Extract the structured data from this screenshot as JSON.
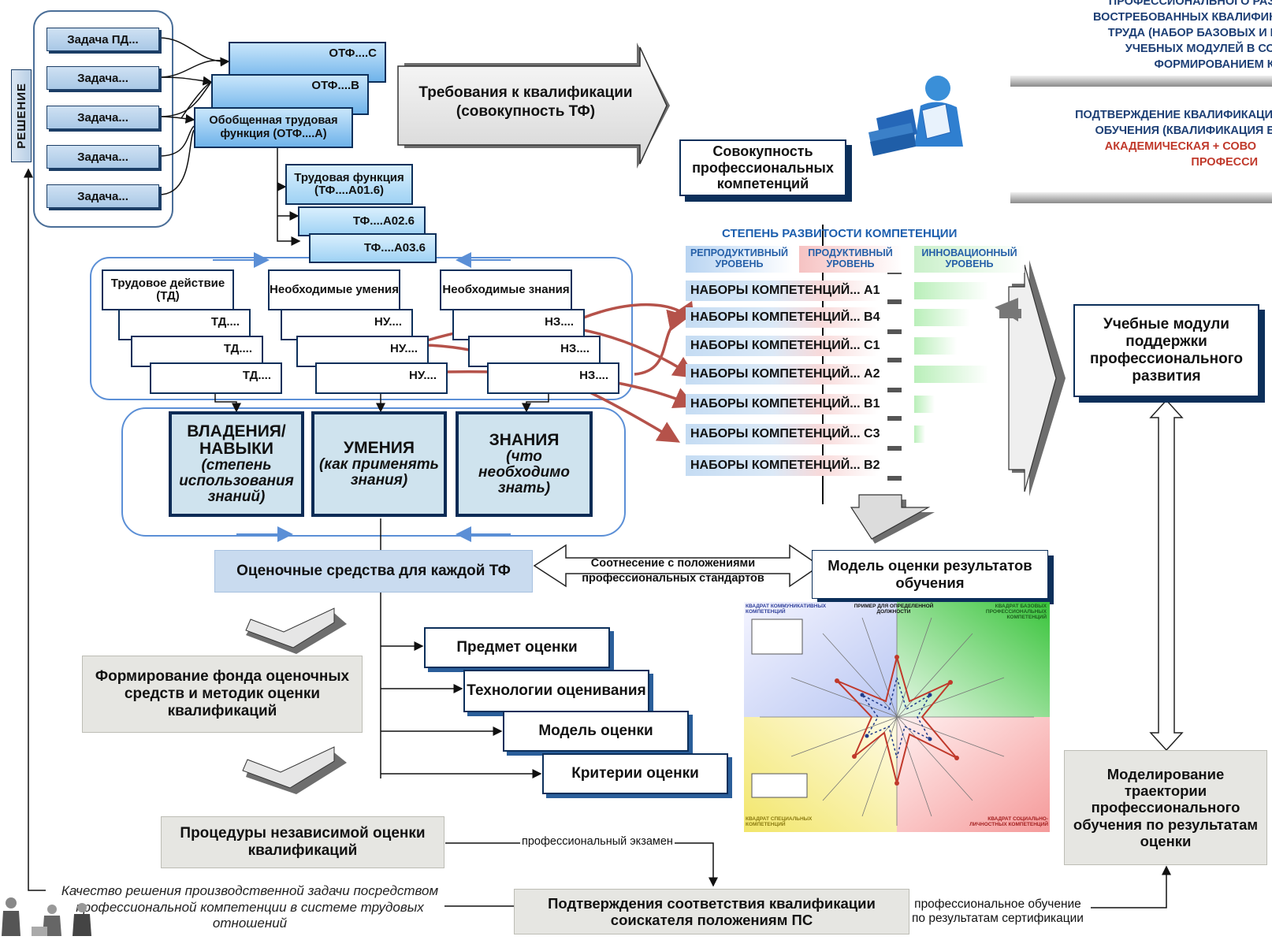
{
  "tasks": [
    "Задача ПД...",
    "Задача...",
    "Задача...",
    "Задача...",
    "Задача..."
  ],
  "decision_label": "РЕШЕНИЕ",
  "otf": {
    "c": "ОТФ....С",
    "b": "ОТФ....В",
    "a": "Обобщенная трудовая функция  (ОТФ....А)"
  },
  "tf": {
    "t1": "Трудовая функция (ТФ....А01.6)",
    "t2": "ТФ....А02.6",
    "t3": "ТФ....А03.6"
  },
  "requirements": "Требования к квалификации (совокупность ТФ)",
  "competences_total": "Совокупность профессиональных компетенций",
  "top_right": {
    "line1": "ПРОФЕССИОНАЛЬНОГО РАЗВИТИЯ",
    "line2": "ВОСТРЕБОВАННЫХ КВАЛИФИКАЦ",
    "line3": "ТРУДА (НАБОР БАЗОВЫХ И ВАРИ",
    "line4": "УЧЕБНЫХ МОДУЛЕЙ В СООТВЕ",
    "line5": "ФОРМИРОВАНИЕМ КОМ"
  },
  "confirm_block": {
    "line1": "ПОДТВЕРЖДЕНИЕ КВАЛИФИКАЦИИ В",
    "line2": "ОБУЧЕНИЯ (КВАЛИФИКАЦИЯ ВЫ",
    "line3": "АКАДЕМИЧЕСКАЯ  + СОВО",
    "line4": "ПРОФЕССИ"
  },
  "td": {
    "header": "Трудовое действие (ТД)",
    "items": [
      "ТД....",
      "ТД....",
      "ТД...."
    ]
  },
  "nu": {
    "header": "Необходимые умения",
    "items": [
      "НУ....",
      "НУ....",
      "НУ...."
    ]
  },
  "nz": {
    "header": "Необходимые знания",
    "items": [
      "НЗ....",
      "НЗ....",
      "НЗ...."
    ]
  },
  "skills": {
    "title": "ВЛАДЕНИЯ/ НАВЫКИ",
    "sub": "(степень использования знаний)"
  },
  "abilities": {
    "title": "УМЕНИЯ",
    "sub": "(как применять знания)"
  },
  "knowledge": {
    "title": "ЗНАНИЯ",
    "sub": "(что необходимо знать)"
  },
  "degree": {
    "title": "СТЕПЕНЬ РАЗВИТОСТИ КОМПЕТЕНЦИИ",
    "reproductive": "РЕПРОДУКТИВНЫЙ УРОВЕНЬ",
    "productive": "ПРОДУКТИВНЫЙ УРОВЕНЬ",
    "innovative": "ИННОВАЦИОННЫЙ УРОВЕНЬ"
  },
  "comp_sets": [
    {
      "label": "НАБОРЫ КОМПЕТЕНЦИЙ... А1",
      "fill": 0.55
    },
    {
      "label": "НАБОРЫ КОМПЕТЕНЦИЙ... В4",
      "fill": 0.42
    },
    {
      "label": "НАБОРЫ КОМПЕТЕНЦИЙ... С1",
      "fill": 0.32
    },
    {
      "label": "НАБОРЫ КОМПЕТЕНЦИЙ... А2",
      "fill": 0.55
    },
    {
      "label": "НАБОРЫ КОМПЕТЕНЦИЙ... В1",
      "fill": 0.15
    },
    {
      "label": "НАБОРЫ КОМПЕТЕНЦИЙ... С3",
      "fill": 0.08
    },
    {
      "label": "НАБОРЫ КОМПЕТЕНЦИЙ... В2",
      "fill": 0.0
    }
  ],
  "modules": "Учебные модули поддержки профессионального развития",
  "assessment_tools": "Оценочные средства для каждой ТФ",
  "correlation": "Соотнесение с положениями профессиональных стандартов",
  "model_results": "Модель оценки результатов обучения",
  "fund": "Формирование фонда оценочных средств и методик оценки квалификаций",
  "subject": "Предмет оценки",
  "technologies": "Технологии оценивания",
  "model": "Модель оценки",
  "criteria": "Критерии оценки",
  "procedures": "Процедуры независимой оценки квалификаций",
  "prof_exam": "профессиональный экзамен",
  "confirmation": "Подтверждения соответствия квалификации соискателя положениям ПС",
  "quality": "Качество решения производственной задачи посредством профессиональной компетенции в системе трудовых отношений",
  "prof_training": "профессиональное обучение по результатам сертификации",
  "trajectory": "Моделирование траектории профессионального обучения по результатам оценки",
  "radar": {
    "q_comm": "КВАДРАТ КОММУНИКАТИВНЫХ КОМПЕТЕНЦИЙ",
    "example": "ПРИМЕР ДЛЯ ОПРЕДЕЛЕННОЙ ДОЛЖНОСТИ",
    "q_base": "КВАДРАТ БАЗОВЫХ ПРОФЕССИОНАЛЬНЫХ КОМПЕТЕНЦИЙ",
    "q_spec": "КВАДРАТ СПЕЦИАЛЬНЫХ КОМПЕТЕНЦИЙ",
    "q_soc": "КВАДРАТ СОЦИАЛЬНО-ЛИЧНОСТНЫХ КОМПЕТЕНЦИЙ"
  }
}
